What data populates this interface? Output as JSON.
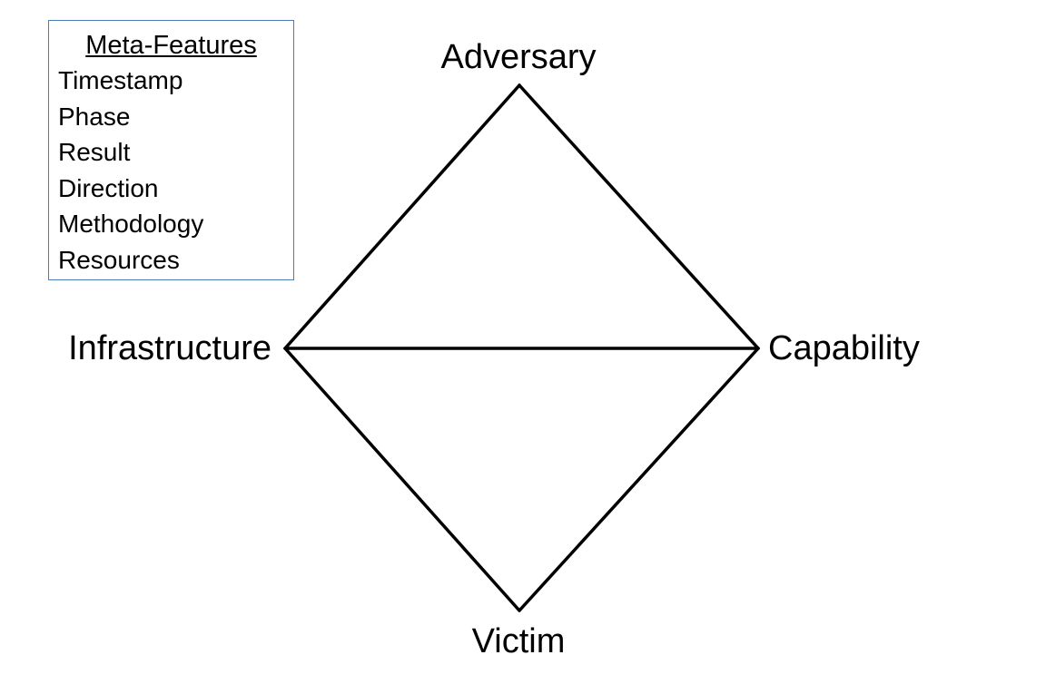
{
  "meta_features": {
    "title": "Meta-Features",
    "items": [
      "Timestamp",
      "Phase",
      "Result",
      "Direction",
      "Methodology",
      "Resources"
    ]
  },
  "nodes": {
    "adversary": "Adversary",
    "capability": "Capability",
    "victim": "Victim",
    "infrastructure": "Infrastructure"
  },
  "colors": {
    "box_border": "#4a7ebb",
    "lines": "#000000"
  }
}
